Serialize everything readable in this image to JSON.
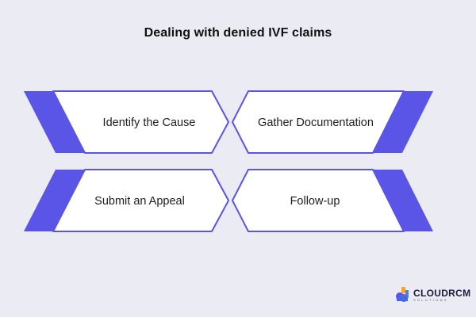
{
  "title": "Dealing with denied IVF claims",
  "colors": {
    "background": "#ebebf4",
    "accent": "#5a55e6",
    "box_fill": "#ffffff",
    "text": "#1d1d1d"
  },
  "steps": [
    {
      "label": "Identify the Cause"
    },
    {
      "label": "Gather Documentation"
    },
    {
      "label": "Submit an Appeal"
    },
    {
      "label": "Follow-up"
    }
  ],
  "logo": {
    "word": "CLOUDRCM",
    "sub": "SOLUTIONS",
    "icon": "cloudrcm-logo-icon"
  }
}
